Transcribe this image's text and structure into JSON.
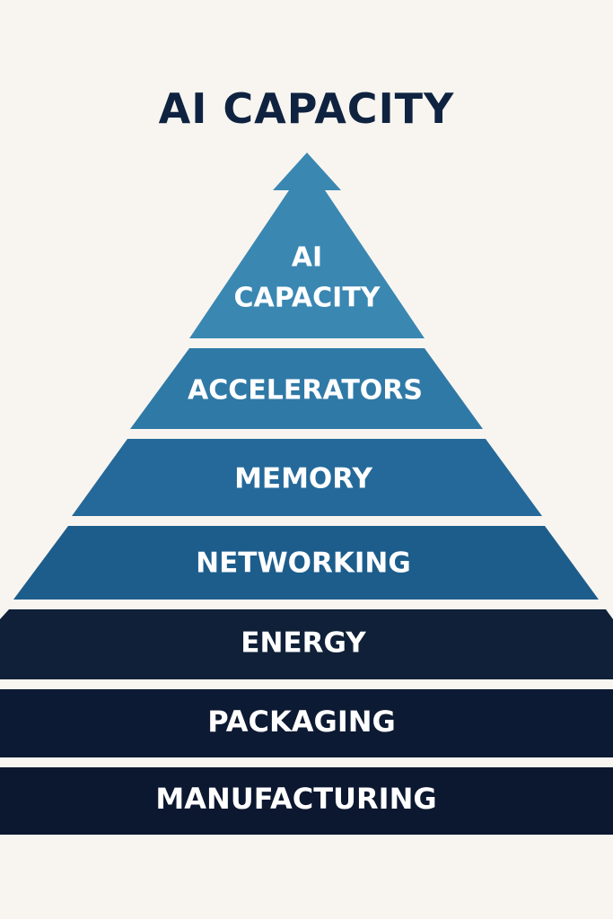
{
  "title": "AI CAPACITY",
  "tiers": [
    {
      "label_lines": [
        "AI",
        "CAPACITY"
      ],
      "color": "#3a87b2"
    },
    {
      "label_lines": [
        "ACCELERATORS"
      ],
      "color": "#2f79a6"
    },
    {
      "label_lines": [
        "MEMORY"
      ],
      "color": "#24699a"
    },
    {
      "label_lines": [
        "NETWORKING"
      ],
      "color": "#1d5d8c"
    },
    {
      "label_lines": [
        "ENERGY"
      ],
      "color": "#0f2038"
    },
    {
      "label_lines": [
        "PACKAGING"
      ],
      "color": "#0d1a33"
    },
    {
      "label_lines": [
        "MANUFACTURING"
      ],
      "color": "#0c1730"
    }
  ],
  "colors": {
    "background": "#f8f5f0",
    "title": "#0f2341",
    "label": "#ffffff"
  }
}
